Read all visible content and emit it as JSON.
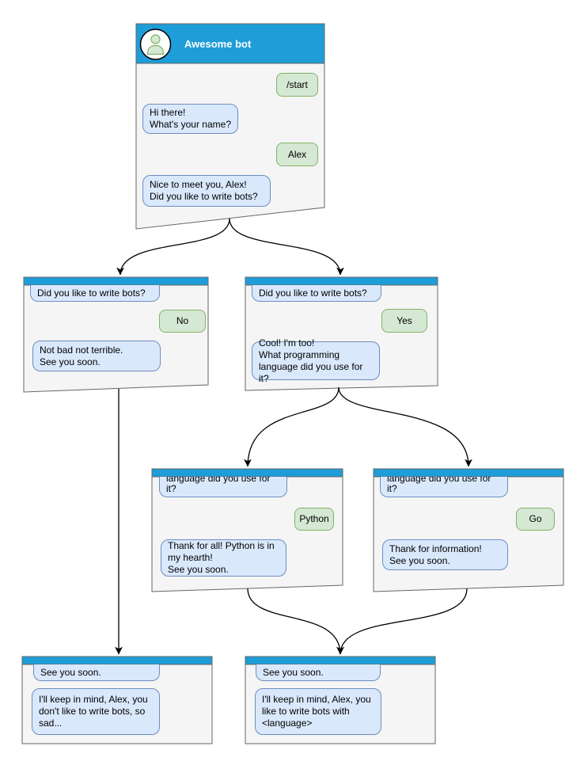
{
  "colors": {
    "header": "#1E9DD8",
    "window_fill": "#F5F5F5",
    "window_border": "#666666",
    "bot_fill": "#DAE8FC",
    "bot_border": "#6C8EBF",
    "user_fill": "#D5E8D4",
    "user_border": "#82B366",
    "arrow": "#000000"
  },
  "diagram": {
    "main_window": {
      "title": "Awesome bot",
      "msg_start": "/start",
      "msg_greeting": "Hi there!\nWhat's your name?",
      "msg_name": "Alex",
      "msg_question": "Nice to meet you, Alex!\nDid you like to write bots?"
    },
    "no_window": {
      "question": "Did you like to write bots?",
      "answer": "No",
      "reply": "Not bad not terrible.\nSee you soon."
    },
    "yes_window": {
      "question": "Did you like to write bots?",
      "answer": "Yes",
      "reply": "Cool! I'm too!\nWhat programming\nlanguage did you use for it?"
    },
    "python_window": {
      "question": "What programming\nlanguage did you use for it?",
      "answer": "Python",
      "reply": "Thank for all! Python is in\nmy hearth!\nSee you soon."
    },
    "go_window": {
      "question": "What programming\nlanguage did you use for it?",
      "answer": "Go",
      "reply": "Thank for information!\nSee you soon."
    },
    "end_no_window": {
      "question": "See you soon.",
      "reply": "I'll keep in mind, Alex, you\ndon't like to write bots, so\nsad..."
    },
    "end_yes_window": {
      "question": "See you soon.",
      "reply": "I'll keep in mind, Alex, you\nlike to write bots with\n<language>"
    }
  }
}
